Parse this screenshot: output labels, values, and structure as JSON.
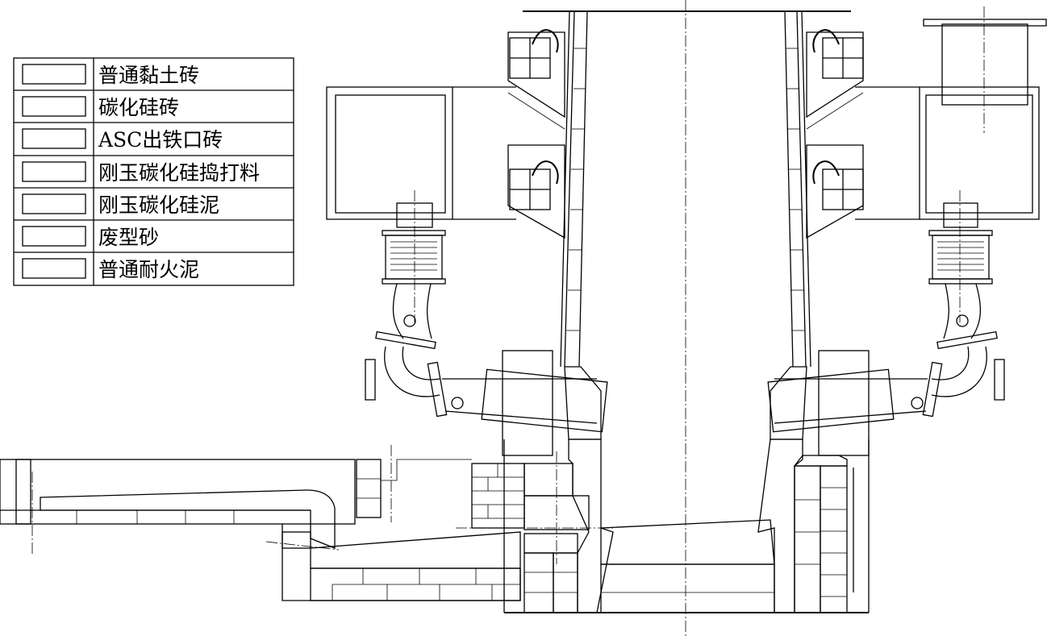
{
  "legend": {
    "items": [
      {
        "label": "普通黏土砖",
        "pattern": "clay-brick"
      },
      {
        "label": "碳化硅砖",
        "pattern": "sic-brick"
      },
      {
        "label": "ASC出铁口砖",
        "pattern": "asc-taphole-brick"
      },
      {
        "label": "刚玉碳化硅捣打料",
        "pattern": "corundum-sic-ramming"
      },
      {
        "label": "刚玉碳化硅泥",
        "pattern": "corundum-sic-mortar"
      },
      {
        "label": "废型砂",
        "pattern": "waste-sand"
      },
      {
        "label": "普通耐火泥",
        "pattern": "refractory-mortar"
      }
    ]
  }
}
